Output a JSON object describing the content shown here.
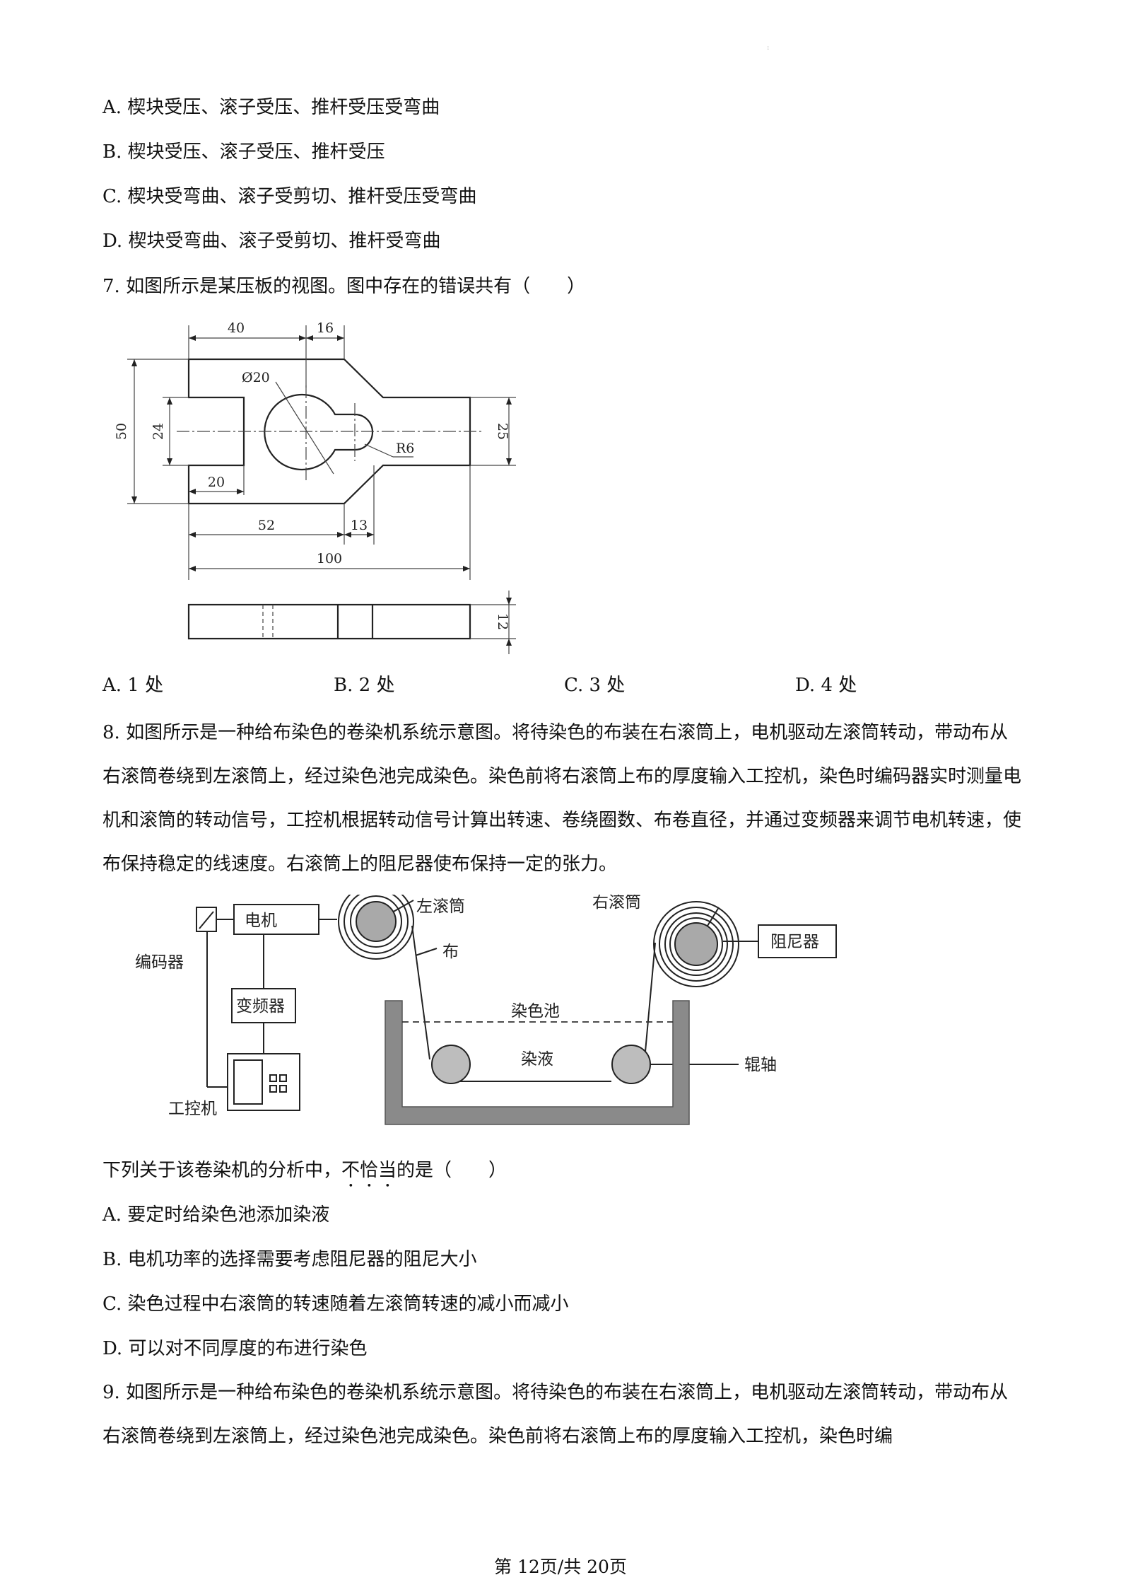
{
  "corner_mark": ":",
  "q6_options": [
    "A. 楔块受压、滚子受压、推杆受压受弯曲",
    "B. 楔块受压、滚子受压、推杆受压",
    "C. 楔块受弯曲、滚子受剪切、推杆受压受弯曲",
    "D. 楔块受弯曲、滚子受剪切、推杆受弯曲"
  ],
  "q7": {
    "stem": "7. 如图所示是某压板的视图。图中存在的错误共有（　　）",
    "figure": {
      "dims": {
        "d40": "40",
        "d16": "16",
        "phi20": "Ø20",
        "d50": "50",
        "d24": "24",
        "d25": "25",
        "r6": "R6",
        "d20": "20",
        "d52": "52",
        "d13": "13",
        "d100": "100",
        "d12": "12"
      }
    },
    "options": [
      "A. 1 处",
      "B. 2 处",
      "C. 3 处",
      "D. 4 处"
    ]
  },
  "q8": {
    "stem": "8. 如图所示是一种给布染色的卷染机系统示意图。将待染色的布装在右滚筒上，电机驱动左滚筒转动，带动布从右滚筒卷绕到左滚筒上，经过染色池完成染色。染色前将右滚筒上布的厚度输入工控机，染色时编码器实时测量电机和滚筒的转动信号，工控机根据转动信号计算出转速、卷绕圈数、布卷直径，并通过变频器来调节电机转速，使布保持稳定的线速度。右滚筒上的阻尼器使布保持一定的张力。",
    "figure": {
      "labels": {
        "encoder": "编码器",
        "motor": "电机",
        "inverter": "变频器",
        "ipc": "工控机",
        "left_roller": "左滚筒",
        "right_roller": "右滚筒",
        "damper": "阻尼器",
        "cloth": "布",
        "dye_tank": "染色池",
        "dye_liquid": "染液",
        "roller_shaft": "辊轴"
      }
    },
    "question_prefix": "下列关于该卷染机的分析中，",
    "question_emph": "不恰当",
    "question_suffix": "的是（　　）",
    "options": [
      "A. 要定时给染色池添加染液",
      "B. 电机功率的选择需要考虑阻尼器的阻尼大小",
      "C. 染色过程中右滚筒的转速随着左滚筒转速的减小而减小",
      "D. 可以对不同厚度的布进行染色"
    ]
  },
  "q9": {
    "stem": "9. 如图所示是一种给布染色的卷染机系统示意图。将待染色的布装在右滚筒上，电机驱动左滚筒转动，带动布从右滚筒卷绕到左滚筒上，经过染色池完成染色。染色前将右滚筒上布的厚度输入工控机，染色时编"
  },
  "footer": "第 12页/共 20页"
}
